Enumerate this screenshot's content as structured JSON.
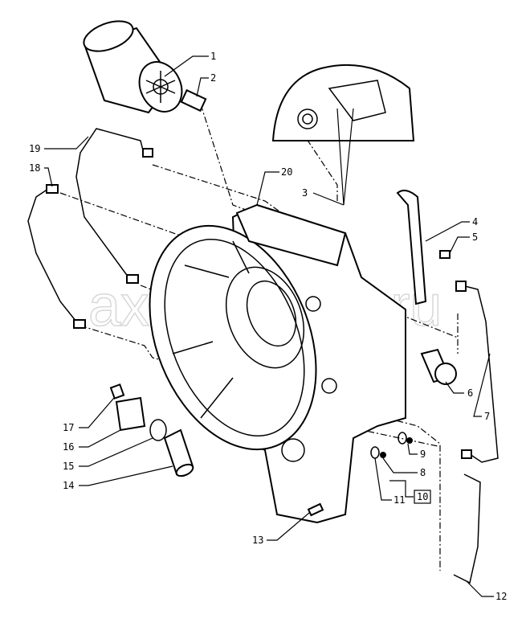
{
  "watermark": "axautodata.ru",
  "callouts": {
    "c1": "1",
    "c2": "2",
    "c3": "3",
    "c4": "4",
    "c5": "5",
    "c6": "6",
    "c7": "7",
    "c8": "8",
    "c9": "9",
    "c10": "10",
    "c11": "11",
    "c12": "12",
    "c13": "13",
    "c14": "14",
    "c15": "15",
    "c16": "16",
    "c17": "17",
    "c18": "18",
    "c19": "19",
    "c20": "20"
  }
}
